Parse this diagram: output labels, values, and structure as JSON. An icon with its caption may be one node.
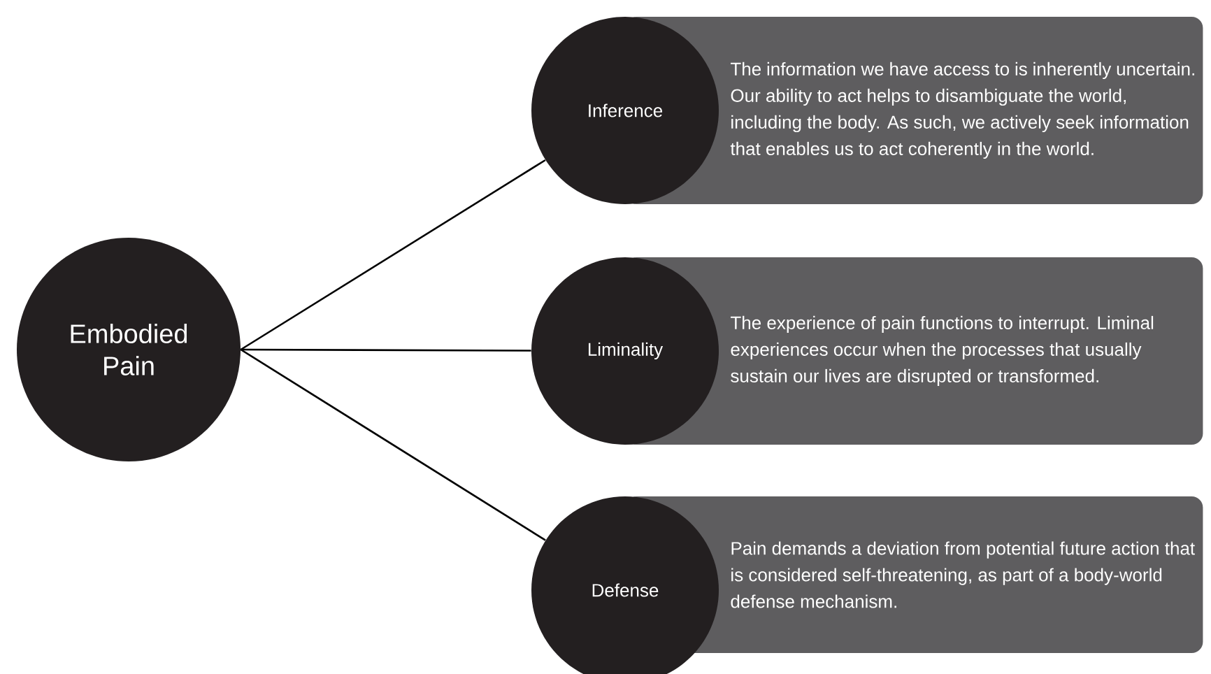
{
  "diagram": {
    "nodes": [
      {
        "text": [
          "Embodied Pain"
        ]
      },
      {
        "text": [
          "Inference"
        ]
      },
      {
        "text": [
          "The information we have access to is inherently uncertain. Our ability to act helps to disambiguate the world, including the body. As such, we actively seek information that enables us to act coherently in the world."
        ]
      },
      {
        "text": [
          "Liminality"
        ]
      },
      {
        "text": [
          "The experience of pain functions to interrupt. Liminal experiences occur when the processes that usually sustain our lives are disrupted or transformed."
        ]
      },
      {
        "text": [
          "Defense"
        ]
      },
      {
        "text": [
          "Pain demands a deviation from potential future action that is considered self-threatening, as part of a body-world defense mechanism."
        ]
      }
    ],
    "edges": [
      {
        "from": 0,
        "to": 1,
        "arrow": "none"
      },
      {
        "from": 0,
        "to": 3,
        "arrow": "none"
      },
      {
        "from": 0,
        "to": 5,
        "arrow": "none"
      }
    ]
  }
}
